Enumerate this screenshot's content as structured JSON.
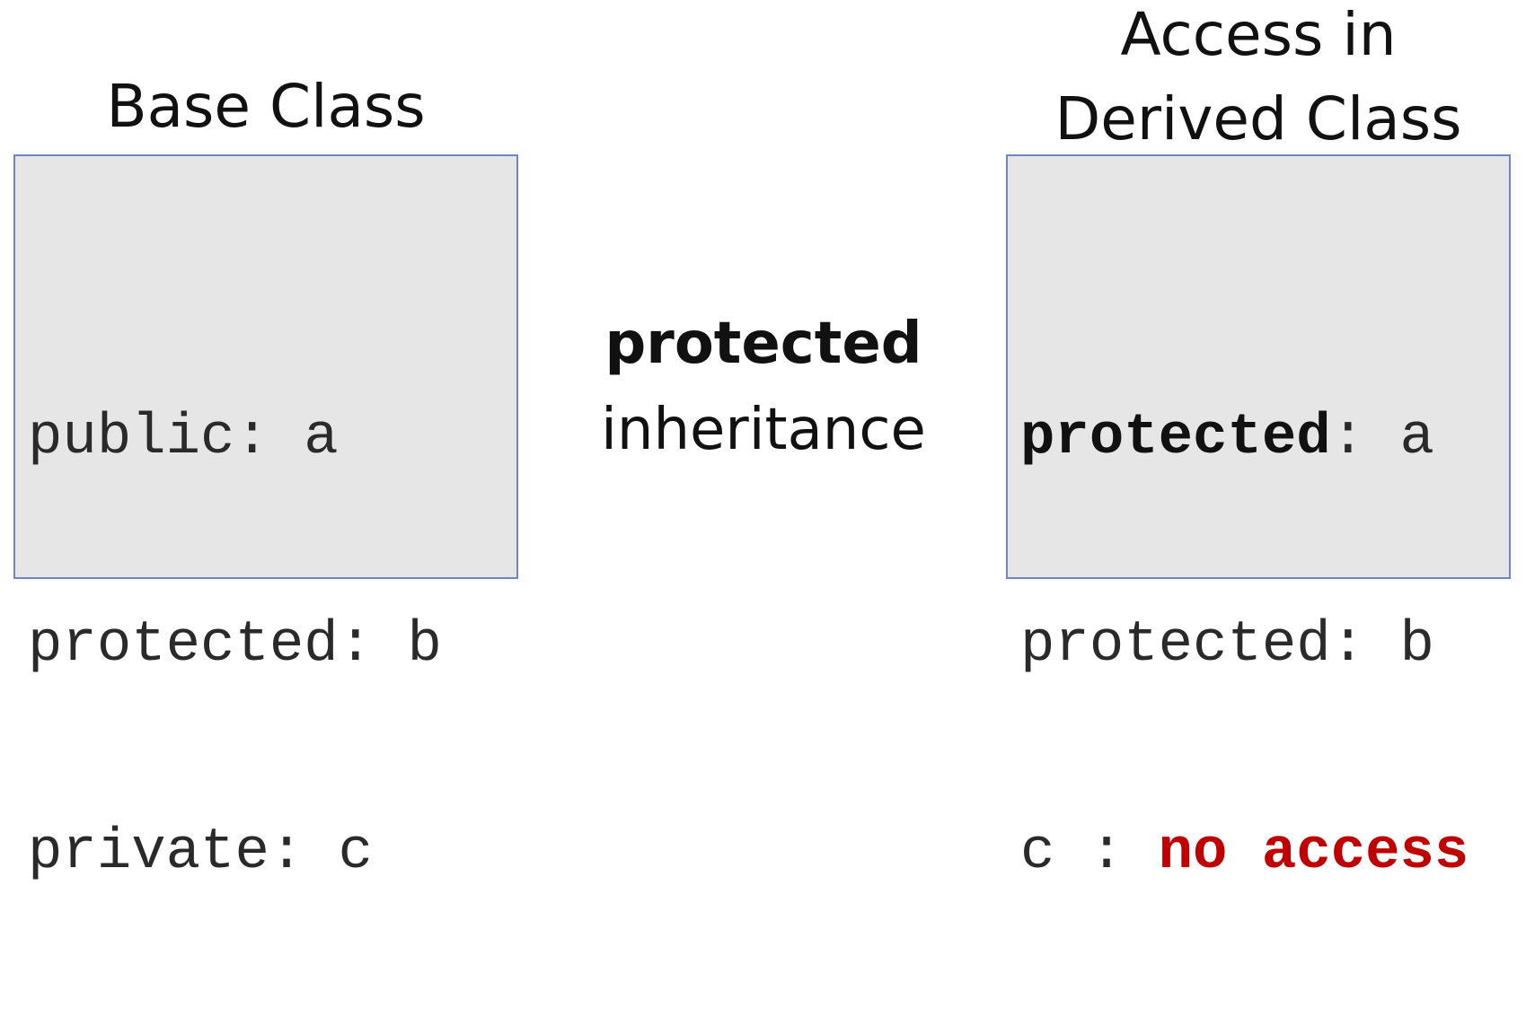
{
  "base_class": {
    "title": "Base Class",
    "members": [
      "public: a",
      "protected: b",
      "private: c"
    ]
  },
  "inheritance": {
    "type": "protected",
    "label": "inheritance"
  },
  "derived_class": {
    "title_line1": "Access in",
    "title_line2": "Derived Class",
    "line1_access": "protected",
    "line1_rest": ": a",
    "line2": "protected: b",
    "line3_prefix": "c : ",
    "line3_highlight": "no access"
  },
  "colors": {
    "box_fill": "#e6e6e6",
    "box_border": "#6f86c2",
    "highlight": "#c00000"
  }
}
